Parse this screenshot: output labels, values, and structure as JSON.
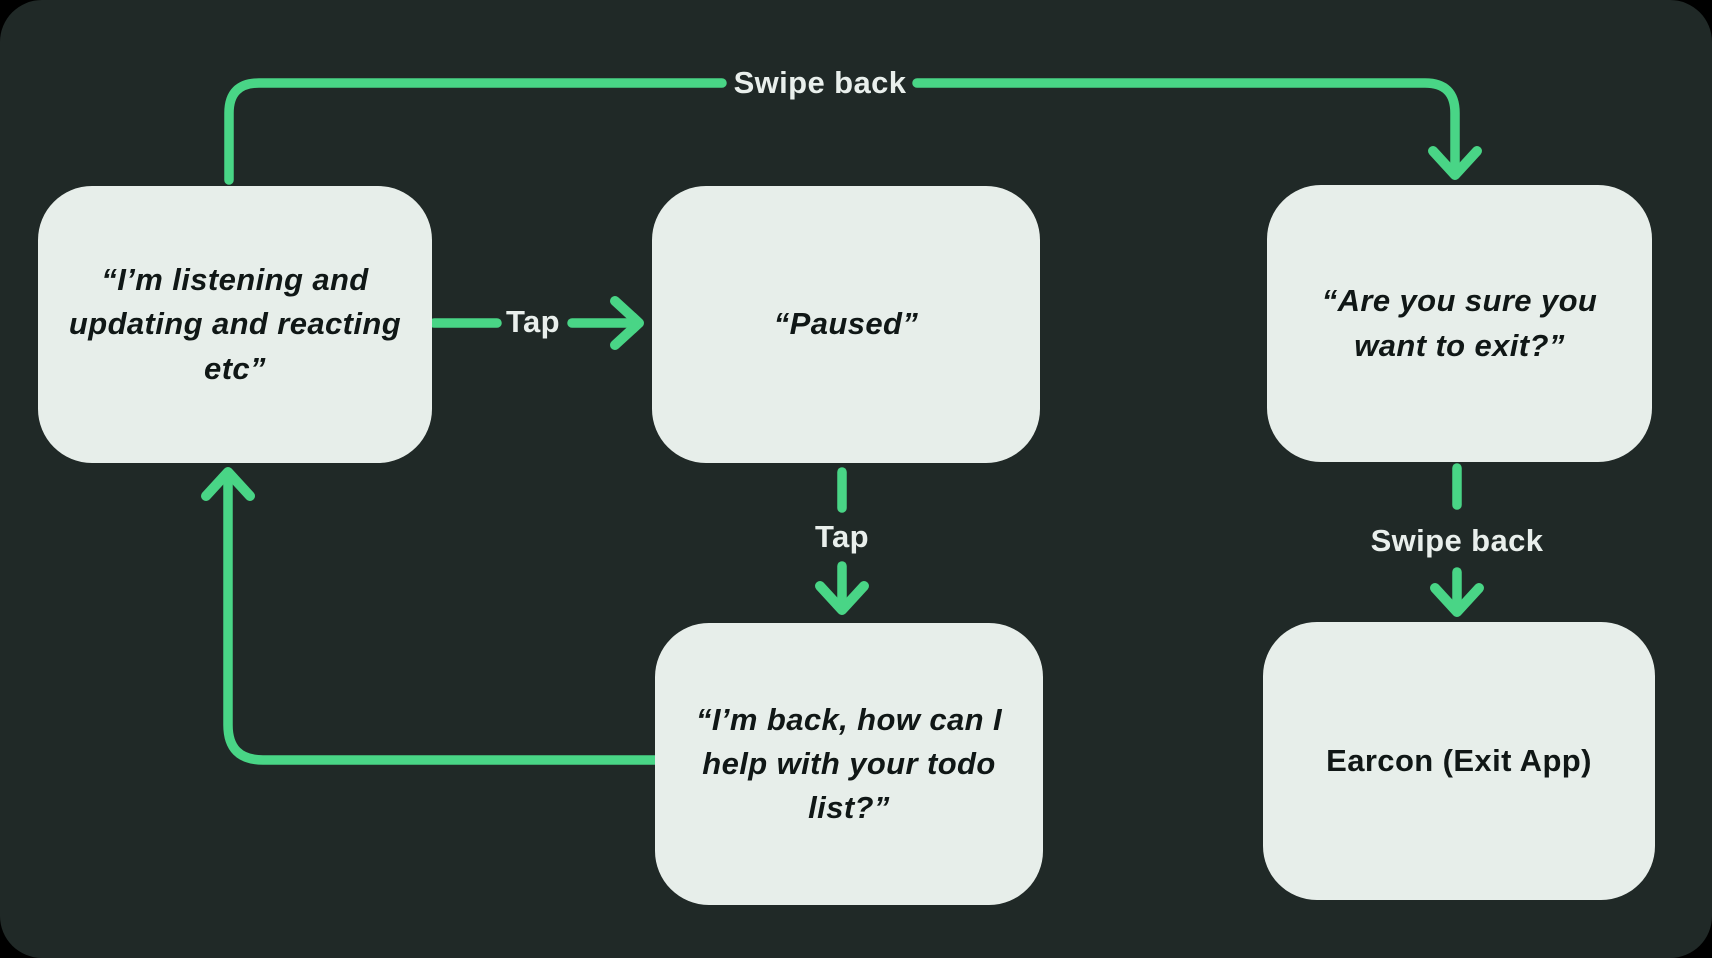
{
  "colors": {
    "panel_bg": "#202927",
    "node_bg": "#e7eeea",
    "node_text": "#101716",
    "edge": "#49d586",
    "edge_label": "#e9efec"
  },
  "nodes": [
    {
      "id": "listening",
      "label": "“I’m listening and updating and reacting etc”",
      "style": "quote"
    },
    {
      "id": "paused",
      "label": "“Paused”",
      "style": "quote"
    },
    {
      "id": "confirm-exit",
      "label": "“Are you sure you want to exit?”",
      "style": "quote"
    },
    {
      "id": "im-back",
      "label": "“I’m back, how can I help with your todo list?”",
      "style": "quote"
    },
    {
      "id": "earcon",
      "label": "Earcon (Exit App)",
      "style": "plain"
    }
  ],
  "edges": [
    {
      "from": "listening",
      "to": "confirm-exit",
      "label": "Swipe back"
    },
    {
      "from": "listening",
      "to": "paused",
      "label": "Tap"
    },
    {
      "from": "paused",
      "to": "im-back",
      "label": "Tap"
    },
    {
      "from": "confirm-exit",
      "to": "earcon",
      "label": "Swipe back"
    },
    {
      "from": "im-back",
      "to": "listening",
      "label": ""
    }
  ]
}
